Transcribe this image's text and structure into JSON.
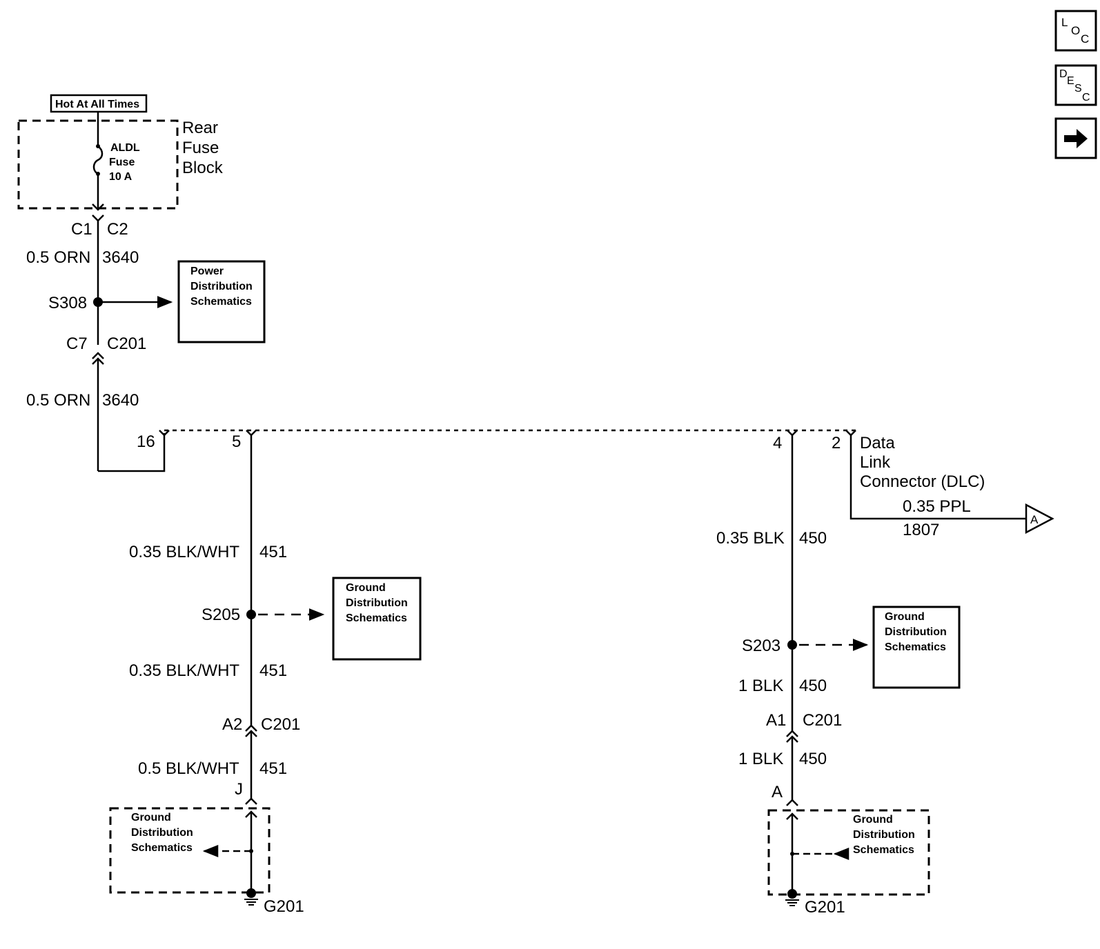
{
  "nav": {
    "loc_icon": "loc-icon",
    "desc_icon": "desc-icon",
    "next_icon": "arrow-right-icon",
    "loc": [
      "L",
      "O",
      "C"
    ],
    "desc": [
      "D",
      "E",
      "S",
      "C"
    ]
  },
  "power": {
    "hot_label": "Hot At All Times",
    "fuse_block": [
      "Rear",
      "Fuse",
      "Block"
    ],
    "fuse": [
      "ALDL",
      "Fuse",
      "10 A"
    ],
    "c1": "C1",
    "c2": "C2",
    "wire1_gauge": "0.5 ORN",
    "wire1_circuit": "3640",
    "splice": "S308",
    "pds": [
      "Power",
      "Distribution",
      "Schematics"
    ],
    "c7": "C7",
    "c201": "C201",
    "wire2_gauge": "0.5 ORN",
    "wire2_circuit": "3640"
  },
  "dlc": {
    "pin16": "16",
    "pin5": "5",
    "pin4": "4",
    "pin2": "2",
    "name": [
      "Data",
      "Link",
      "Connector (DLC)"
    ],
    "out_gauge": "0.35 PPL",
    "out_circuit": "1807",
    "offpage": "A"
  },
  "left_ground": {
    "w1_gauge": "0.35 BLK/WHT",
    "w1_circuit": "451",
    "splice": "S205",
    "gds": [
      "Ground",
      "Distribution",
      "Schematics"
    ],
    "w2_gauge": "0.35 BLK/WHT",
    "w2_circuit": "451",
    "conn_pin": "A2",
    "conn": "C201",
    "w3_gauge": "0.5 BLK/WHT",
    "w3_circuit": "451",
    "pin_j": "J",
    "gds_inner": [
      "Ground",
      "Distribution",
      "Schematics"
    ],
    "ground": "G201"
  },
  "right_ground": {
    "w1_gauge": "0.35 BLK",
    "w1_circuit": "450",
    "splice": "S203",
    "gds": [
      "Ground",
      "Distribution",
      "Schematics"
    ],
    "w2_gauge": "1 BLK",
    "w2_circuit": "450",
    "conn_pin": "A1",
    "conn": "C201",
    "w3_gauge": "1 BLK",
    "w3_circuit": "450",
    "pin_a": "A",
    "gds_inner": [
      "Ground",
      "Distribution",
      "Schematics"
    ],
    "ground": "G201"
  }
}
